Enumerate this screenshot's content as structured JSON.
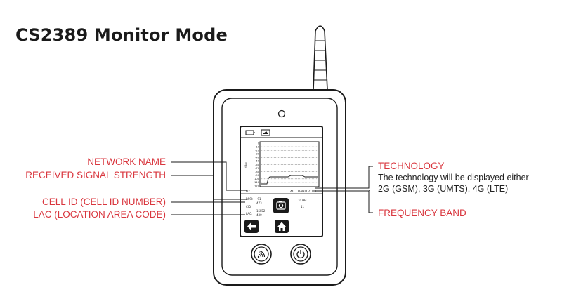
{
  "title": "CS2389 Monitor Mode",
  "labels": {
    "network_name": "NETWORK NAME",
    "received_signal_strength": "RECEIVED SIGNAL STRENGTH",
    "cell_id": "CELL ID (CELL ID NUMBER)",
    "lac": "LAC (LOCATION AREA CODE)",
    "technology": "TECHNOLOGY",
    "technology_desc_line1": "The technology will be displayed either",
    "technology_desc_line2": "2G (GSM), 3G (UMTS), 4G (LTE)",
    "frequency_band": "FREQUENCY BAND"
  },
  "screen": {
    "axis_label": "dBm",
    "ticks": [
      "0",
      "-10",
      "-20",
      "-30",
      "-40",
      "-50",
      "-60",
      "-70",
      "-80",
      "-90",
      "-100",
      "-110",
      "-120"
    ],
    "network_value": "02",
    "technology_value": "4G",
    "band_value": "BAND 2100",
    "rssi_label": "RSSI:",
    "rssi_value": "-91",
    "cell_id_label": "CID:",
    "cell_id_value": "473",
    "lac_label": "LAC:",
    "lac_value": "430",
    "extra_value": "15FE2",
    "right_value_1": "10784",
    "right_value_2": "11"
  },
  "colors": {
    "accent": "#d9363e",
    "line": "#1a1a1a"
  }
}
